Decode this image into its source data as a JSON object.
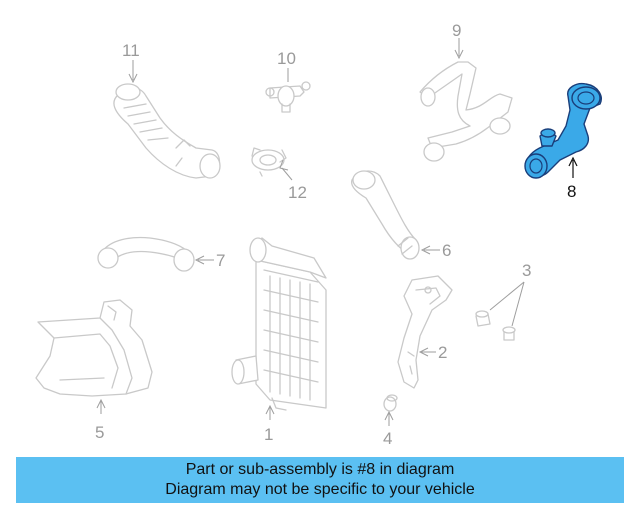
{
  "diagram": {
    "highlight_color": "#3aa9e8",
    "outline_color": "#1a3e7a",
    "callouts": [
      "1",
      "2",
      "3",
      "4",
      "5",
      "6",
      "7",
      "8",
      "9",
      "10",
      "11",
      "12"
    ],
    "highlighted_callout": "8"
  },
  "banner": {
    "background": "#5bc0f2",
    "line1": "Part or sub-assembly is #8 in diagram",
    "line2": "Diagram may not be specific to your vehicle"
  }
}
